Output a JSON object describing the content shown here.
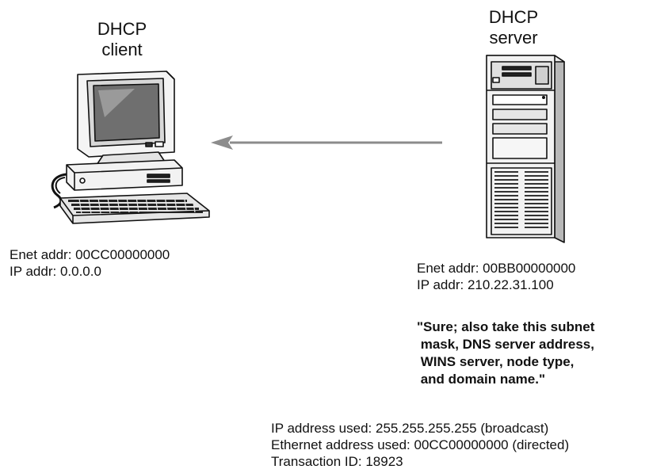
{
  "client": {
    "title_line1": "DHCP",
    "title_line2": "client",
    "enet_addr": "Enet addr: 00CC00000000",
    "ip_addr": "IP addr: 0.0.0.0"
  },
  "server": {
    "title_line1": "DHCP",
    "title_line2": "server",
    "enet_addr": "Enet addr: 00BB00000000",
    "ip_addr": "IP addr: 210.22.31.100"
  },
  "message": {
    "lines": [
      "\"Sure; also take this subnet",
      " mask, DNS server address,",
      " WINS server, node type,",
      " and domain name.\""
    ]
  },
  "packet": {
    "ip_used": "IP address used: 255.255.255.255 (broadcast)",
    "ethernet_used": "Ethernet address used: 00CC00000000 (directed)",
    "transaction_id": "Transaction ID: 18923"
  },
  "colors": {
    "arrow": "#8c8c8c"
  }
}
